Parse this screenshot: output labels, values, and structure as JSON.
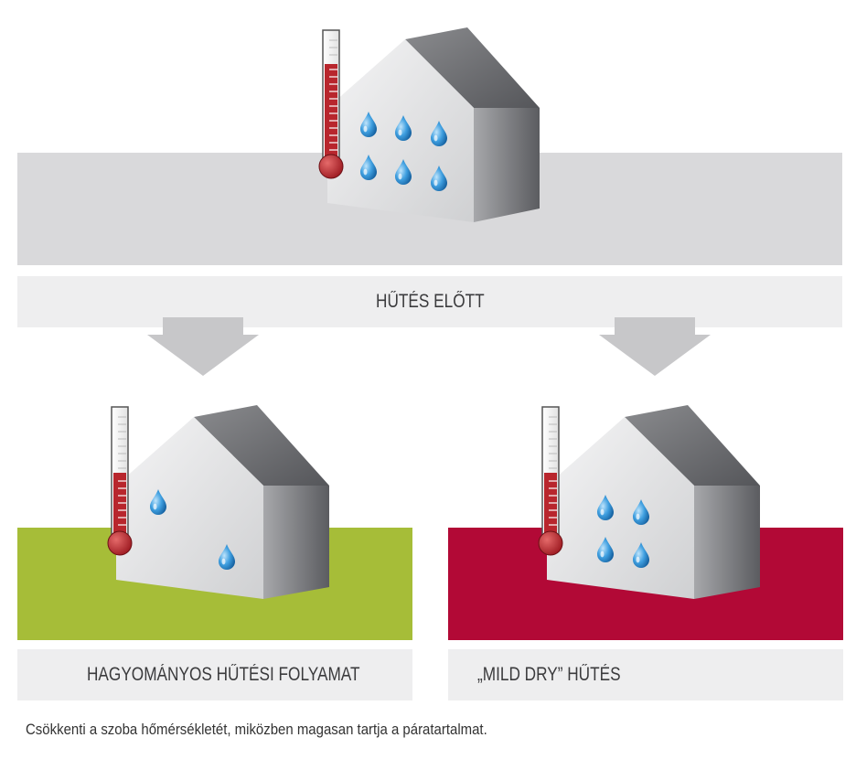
{
  "colors": {
    "top_band": "#d9d9db",
    "label_band": "#eeeeef",
    "green_band": "#a6bd38",
    "red_band": "#b20936",
    "arrow": "#c7c7c9",
    "thermometer_red": "#b8262d",
    "drop_blue": "#1e82c8"
  },
  "top": {
    "label": "HŰTÉS ELŐTT"
  },
  "left": {
    "label": "HAGYOMÁNYOS HŰTÉSI FOLYAMAT"
  },
  "right": {
    "label": "„MILD DRY” HŰTÉS"
  },
  "caption": "Csökkenti a szoba hőmérsékletét, miközben magasan tartja a páratartalmat."
}
